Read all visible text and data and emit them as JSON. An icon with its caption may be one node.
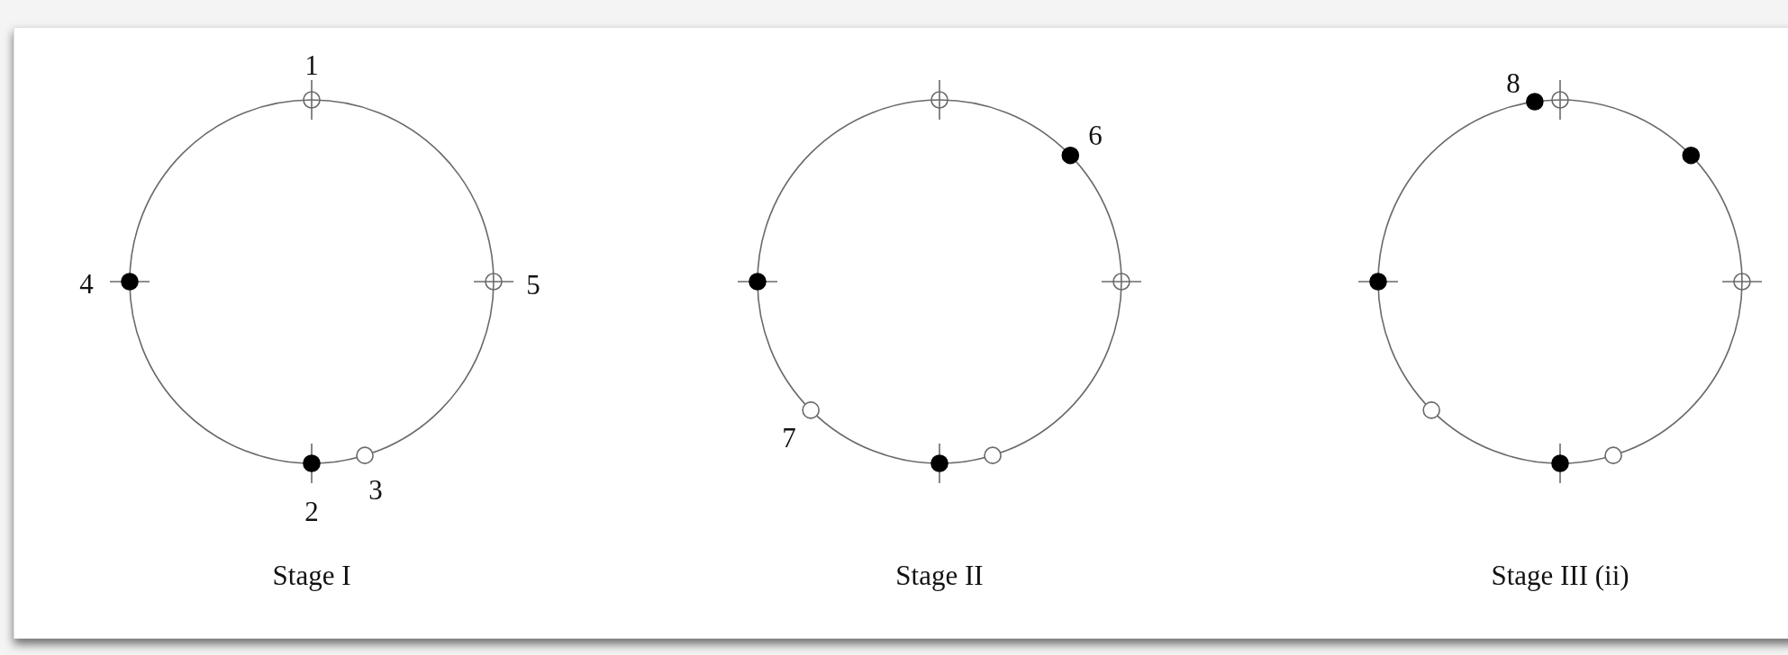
{
  "diagram": {
    "nodes": [
      {
        "text": [],
        "shape": "circle",
        "beside": [
          "Stage I"
        ]
      },
      {
        "text": [],
        "shape": "circle",
        "beside": [
          "Stage II"
        ]
      },
      {
        "text": [],
        "shape": "circle",
        "beside": [
          "Stage III (ii)"
        ]
      }
    ],
    "labels": [
      "1",
      "2",
      "3",
      "4",
      "5",
      "6",
      "7",
      "8"
    ]
  }
}
